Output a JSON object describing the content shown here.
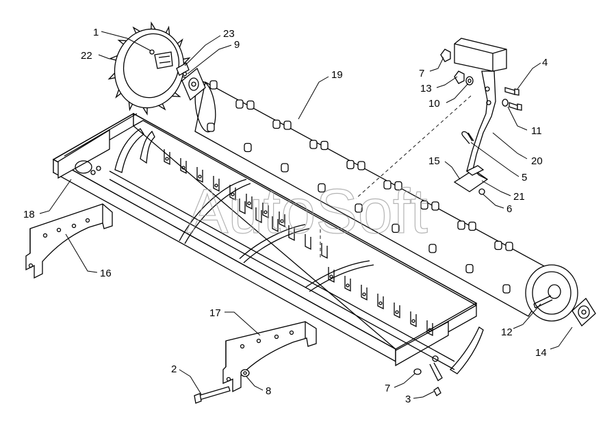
{
  "watermark": "AutoSoft",
  "labels": [
    {
      "id": "p1",
      "text": "1"
    },
    {
      "id": "p22",
      "text": "22"
    },
    {
      "id": "p23",
      "text": "23"
    },
    {
      "id": "p9",
      "text": "9"
    },
    {
      "id": "p19",
      "text": "19"
    },
    {
      "id": "p7a",
      "text": "7"
    },
    {
      "id": "p13",
      "text": "13"
    },
    {
      "id": "p10",
      "text": "10"
    },
    {
      "id": "p4",
      "text": "4"
    },
    {
      "id": "p11",
      "text": "11"
    },
    {
      "id": "p20",
      "text": "20"
    },
    {
      "id": "p5",
      "text": "5"
    },
    {
      "id": "p15",
      "text": "15"
    },
    {
      "id": "p21",
      "text": "21"
    },
    {
      "id": "p6",
      "text": "6"
    },
    {
      "id": "p18",
      "text": "18"
    },
    {
      "id": "p16",
      "text": "16"
    },
    {
      "id": "p17",
      "text": "17"
    },
    {
      "id": "p12",
      "text": "12"
    },
    {
      "id": "p14",
      "text": "14"
    },
    {
      "id": "p2",
      "text": "2"
    },
    {
      "id": "p8",
      "text": "8"
    },
    {
      "id": "p7b",
      "text": "7"
    },
    {
      "id": "p3",
      "text": "3"
    }
  ]
}
